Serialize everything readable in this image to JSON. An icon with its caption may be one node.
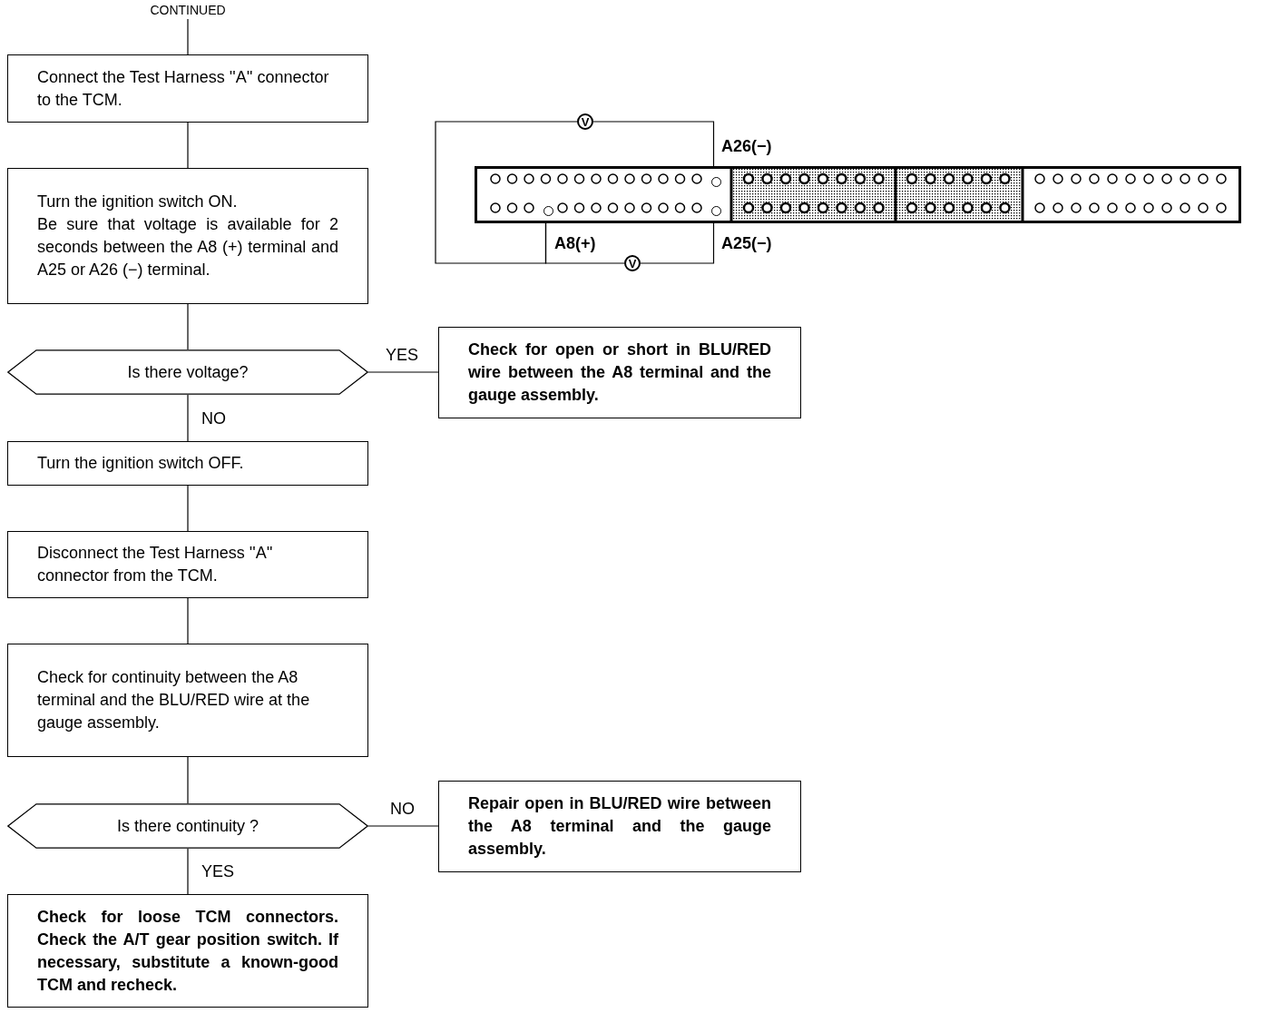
{
  "diagram": {
    "nodes": [
      {
        "text": [
          "CONTINUED"
        ]
      },
      {
        "text": [
          "Connect the Test Harness ''A'' connector to the TCM."
        ]
      },
      {
        "text": [
          "Turn the ignition switch ON.",
          "Be sure that voltage is available for 2 seconds between the A8 (+) terminal and A25 or A26 (−) terminal."
        ]
      },
      {
        "text": [
          "Is there voltage?"
        ]
      },
      {
        "text": [
          "Check for open or short in BLU/RED wire between the A8 terminal and the gauge assembly."
        ]
      },
      {
        "text": [
          "Turn the ignition switch OFF."
        ]
      },
      {
        "text": [
          "Disconnect the Test Harness ''A'' connector from the TCM."
        ]
      },
      {
        "text": [
          "Check for continuity between the A8 terminal and the BLU/RED wire at the gauge assembly."
        ]
      },
      {
        "text": [
          "Is there continuity ?"
        ]
      },
      {
        "text": [
          "Repair open in BLU/RED wire between the A8 terminal and the gauge assembly."
        ]
      },
      {
        "text": [
          "Check for loose TCM connectors. Check the A/T gear position switch. If necessary, substitute a known-good TCM and recheck."
        ]
      },
      {
        "text": [
          "V"
        ]
      },
      {
        "text": [
          "V"
        ]
      },
      {
        "text": [],
        "shape": "box"
      },
      {
        "text": [],
        "shape": "circle",
        "in": 13,
        "beside": [
          "A26(−)"
        ]
      },
      {
        "text": [],
        "shape": "circle",
        "in": 13,
        "beside": [
          "A8(+)"
        ]
      },
      {
        "text": [],
        "shape": "circle",
        "in": 13,
        "beside": [
          "A25(−)"
        ]
      }
    ],
    "edges": [
      {
        "from": 0,
        "to": 1,
        "arrow": "none"
      },
      {
        "from": 1,
        "to": 2,
        "arrow": "none"
      },
      {
        "from": 2,
        "to": 3,
        "arrow": "none"
      },
      {
        "from": 3,
        "to": 4,
        "arrow": "none",
        "label": "YES"
      },
      {
        "from": 3,
        "to": 5,
        "arrow": "none",
        "label": "NO"
      },
      {
        "from": 5,
        "to": 6,
        "arrow": "none"
      },
      {
        "from": 6,
        "to": 7,
        "arrow": "none"
      },
      {
        "from": 7,
        "to": 8,
        "arrow": "none"
      },
      {
        "from": 8,
        "to": 9,
        "arrow": "none",
        "label": "NO"
      },
      {
        "from": 8,
        "to": 10,
        "arrow": "none",
        "label": "YES"
      },
      {
        "from": 11,
        "to": 14,
        "arrow": "none"
      },
      {
        "from": 11,
        "to": 15,
        "arrow": "none"
      },
      {
        "from": 12,
        "to": 15,
        "arrow": "none"
      },
      {
        "from": 12,
        "to": 16,
        "arrow": "none"
      }
    ]
  }
}
